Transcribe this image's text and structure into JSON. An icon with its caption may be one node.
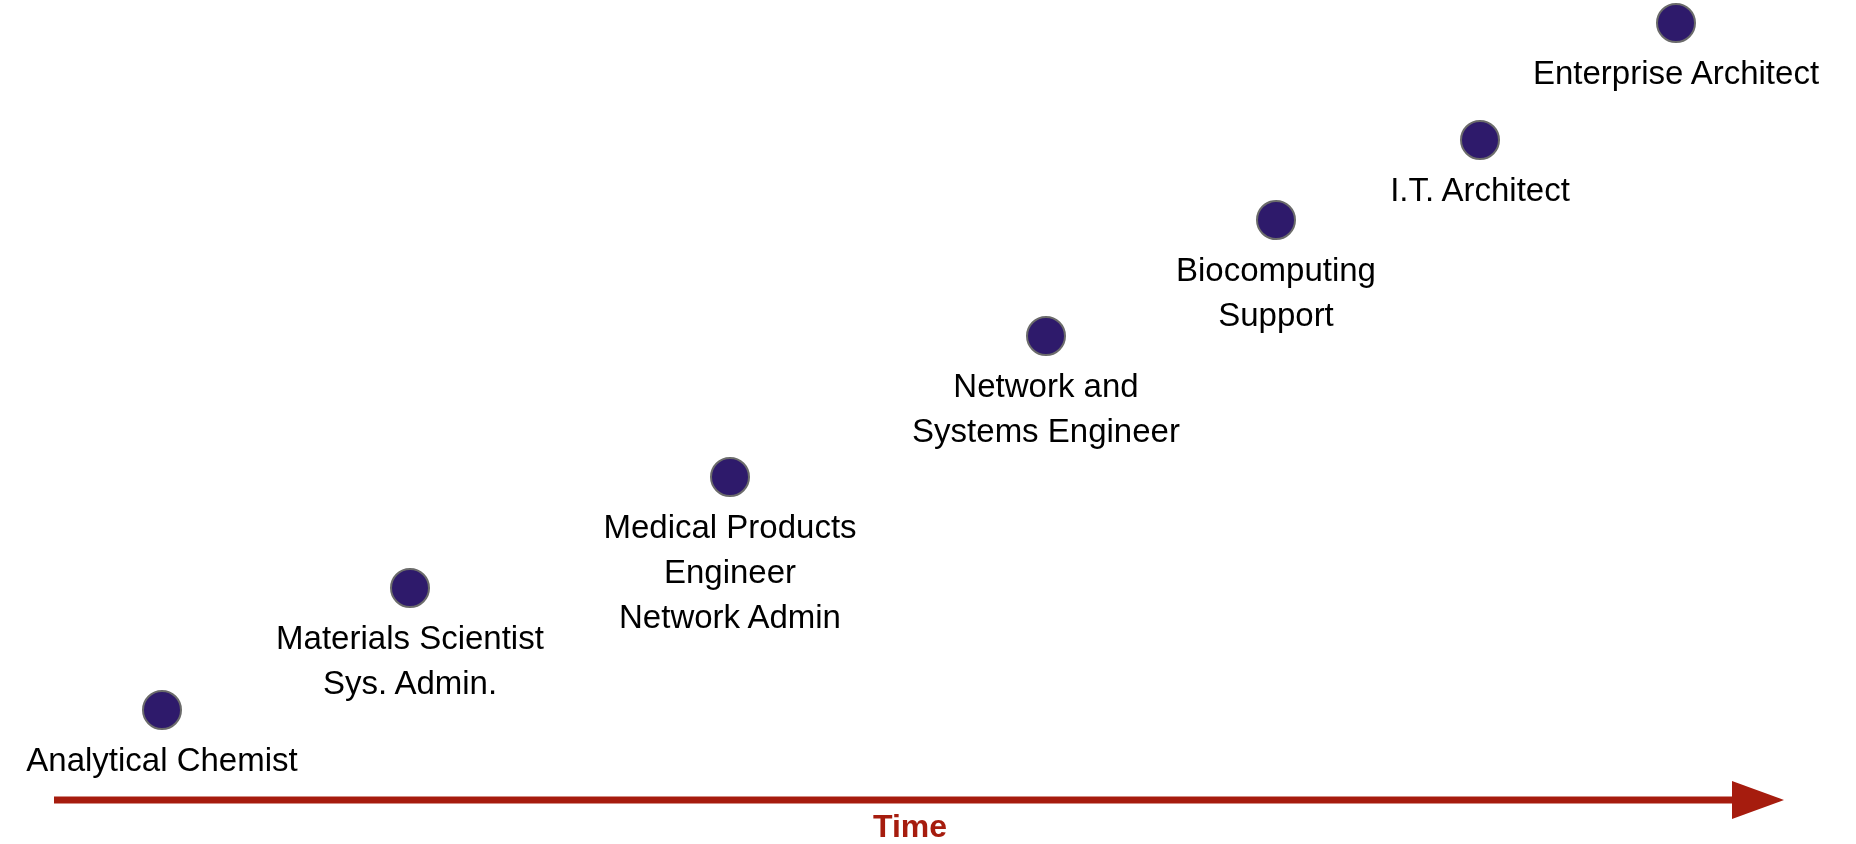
{
  "diagram": {
    "nodes": [
      {
        "text": [
          "Analytical Chemist"
        ]
      },
      {
        "text": [
          "Materials Scientist",
          "Sys. Admin."
        ]
      },
      {
        "text": [
          "Medical Products Engineer",
          "Network Admin"
        ]
      },
      {
        "text": [
          "Network and Systems Engineer"
        ]
      },
      {
        "text": [
          "Biocomputing Support"
        ]
      },
      {
        "text": [
          "I.T. Architect"
        ]
      },
      {
        "text": [
          "Enterprise Architect"
        ]
      }
    ],
    "edges": [],
    "labels": [
      "Time"
    ]
  }
}
